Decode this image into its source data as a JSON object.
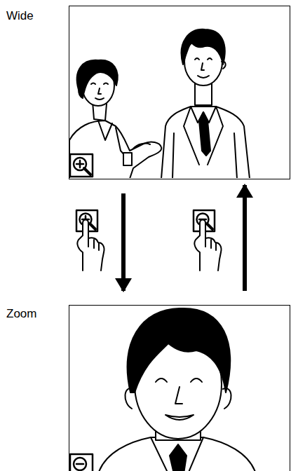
{
  "diagram": {
    "nodes": [
      {
        "text": [
          "Wide"
        ]
      },
      {
        "text": [
          "Zoom"
        ]
      }
    ],
    "edges": [
      {
        "from": 0,
        "to": 1,
        "arrow": "to"
      },
      {
        "from": 1,
        "to": 0,
        "arrow": "to"
      }
    ]
  }
}
